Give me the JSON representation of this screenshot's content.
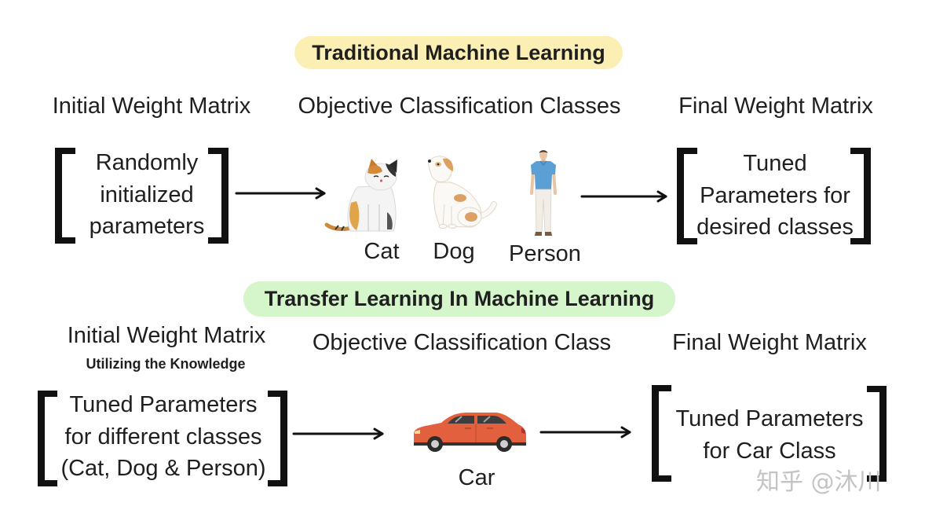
{
  "traditional": {
    "title": "Traditional Machine Learning",
    "headings": {
      "initial": "Initial Weight Matrix",
      "objective": "Objective Classification Classes",
      "final": "Final Weight Matrix"
    },
    "initial_lines": [
      "Randomly",
      "initialized",
      "parameters"
    ],
    "classes": [
      {
        "label": "Cat",
        "icon": "cat-icon"
      },
      {
        "label": "Dog",
        "icon": "dog-icon"
      },
      {
        "label": "Person",
        "icon": "person-icon"
      }
    ],
    "final_lines": [
      "Tuned",
      "Parameters for",
      "desired classes"
    ]
  },
  "transfer": {
    "title": "Transfer Learning In Machine Learning",
    "headings": {
      "initial": "Initial Weight Matrix",
      "initial_sub": "Utilizing the Knowledge",
      "objective": "Objective Classification Class",
      "final": "Final Weight Matrix"
    },
    "initial_lines": [
      "Tuned Parameters",
      "for different classes",
      "(Cat, Dog & Person)"
    ],
    "classes": [
      {
        "label": "Car",
        "icon": "car-icon"
      }
    ],
    "final_lines": [
      "Tuned Parameters",
      "for Car Class"
    ]
  },
  "watermark": "知乎 @沐川",
  "colors": {
    "text": "#1f1f1f",
    "bracket": "#111111",
    "arrow": "#111111",
    "traditional_pill": "#fcefb4",
    "transfer_pill": "#d4f6ca",
    "car": "#e2603e",
    "shirt": "#5b9fd4",
    "watermark": "#c4c4c4"
  }
}
